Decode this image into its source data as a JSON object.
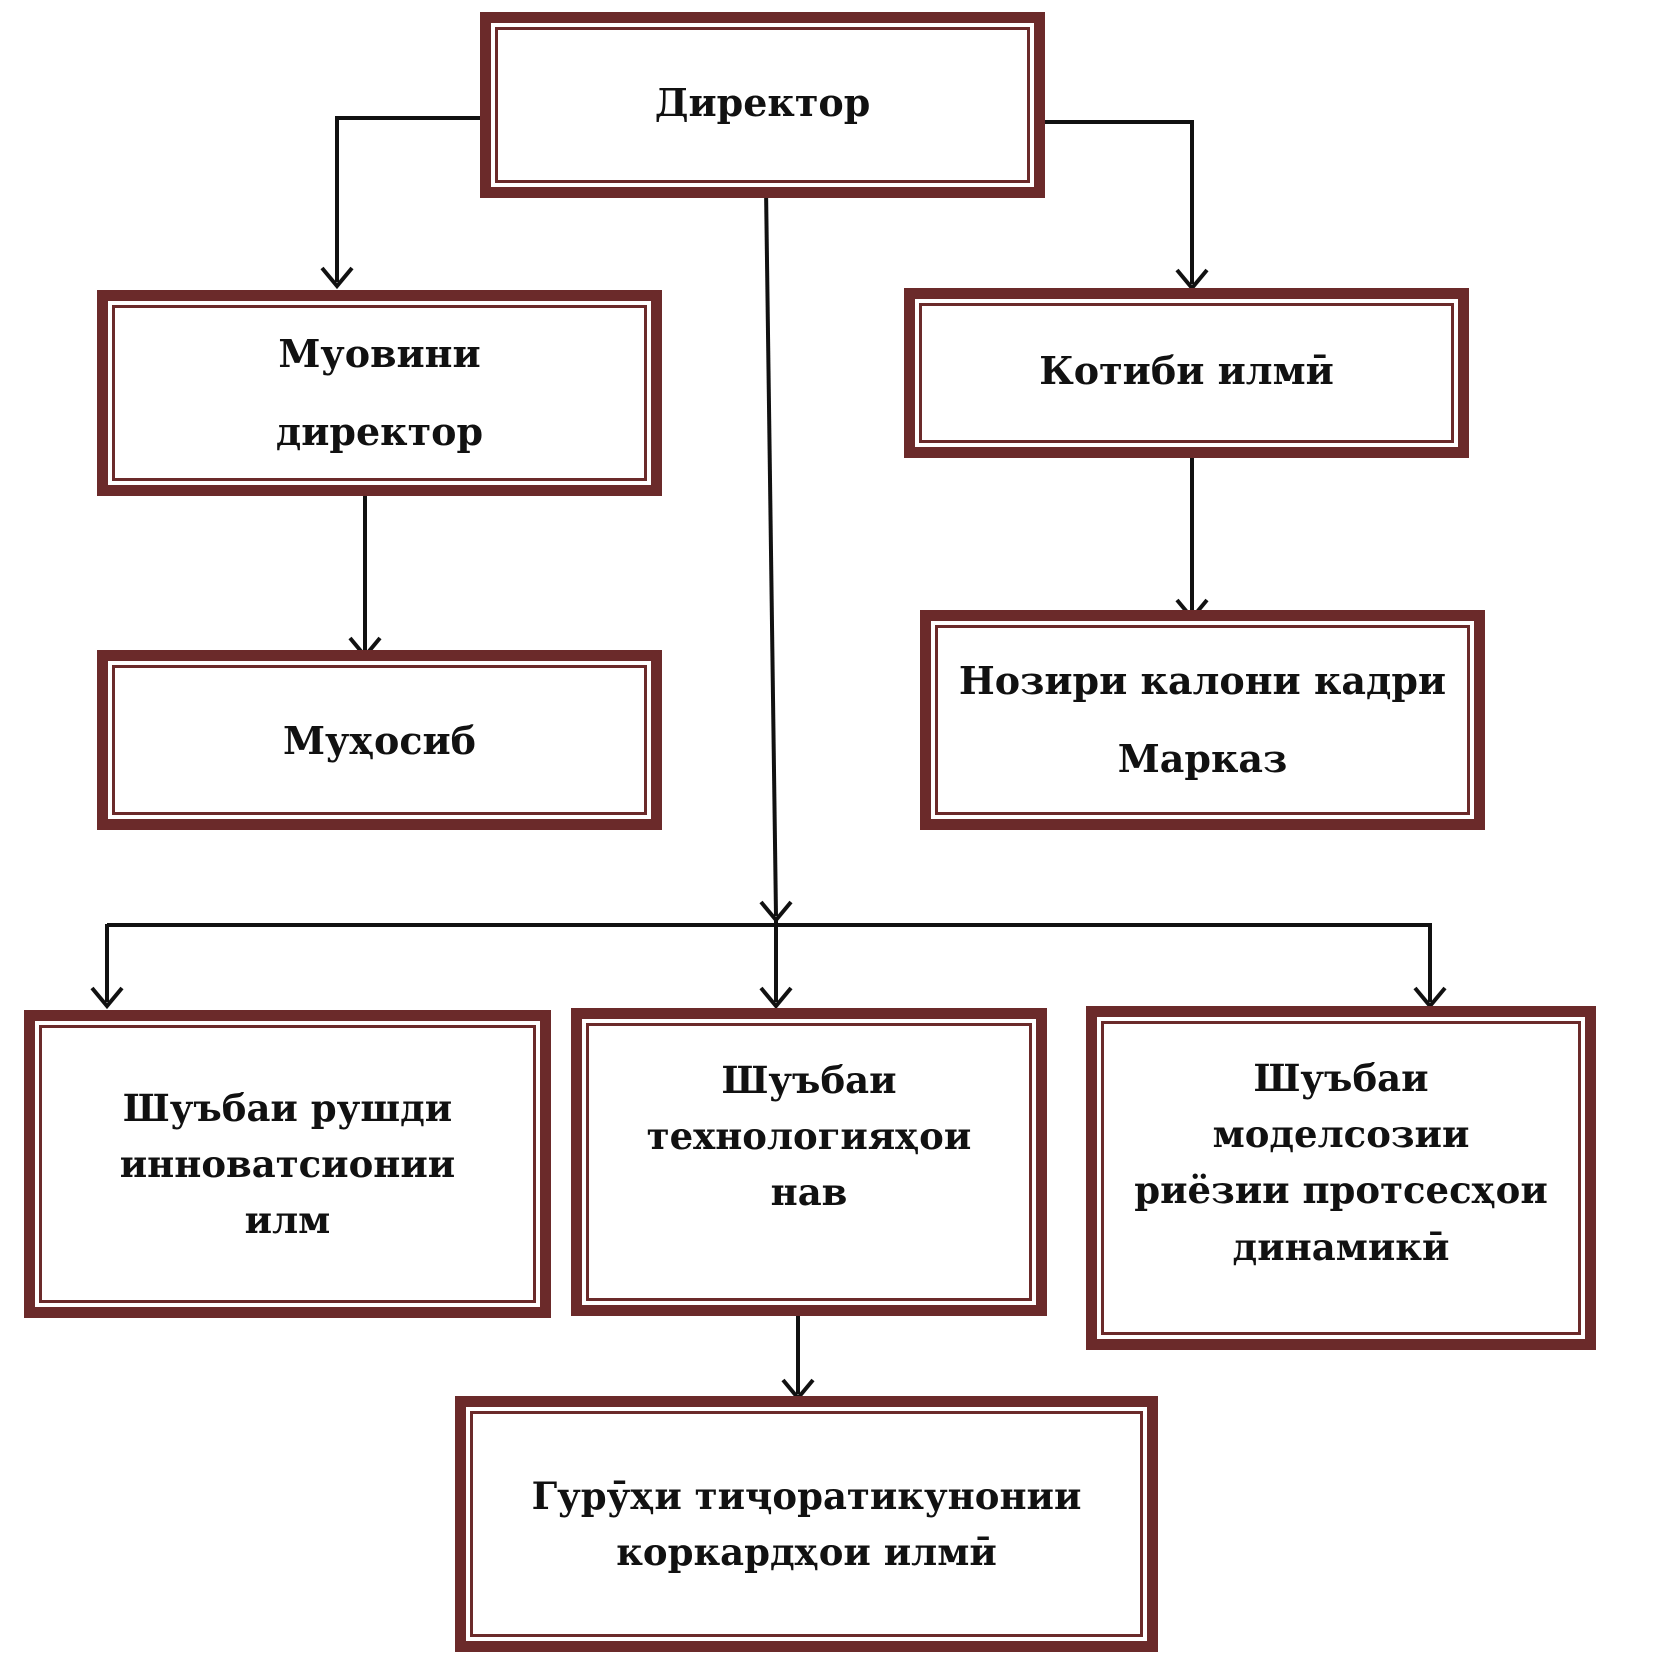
{
  "nodes": {
    "director": {
      "lines": [
        "Директор"
      ]
    },
    "deputy": {
      "lines": [
        "Муовини",
        "директор"
      ]
    },
    "secretary": {
      "lines": [
        "Котиби илмӣ"
      ]
    },
    "accountant": {
      "lines": [
        "Муҳосиб"
      ]
    },
    "hr": {
      "lines": [
        "Нозири калони кадри",
        "Марказ"
      ]
    },
    "dept_innovation": {
      "lines": [
        "Шуъбаи рушди",
        "инноватсионии",
        "илм"
      ]
    },
    "dept_technology": {
      "lines": [
        "Шуъбаи",
        "технологияҳои",
        "нав"
      ]
    },
    "dept_modeling": {
      "lines": [
        "Шуъбаи",
        "моделсозии",
        "риёзии протсесҳои",
        "динамикӣ"
      ]
    },
    "group_commercial": {
      "lines": [
        "Гурӯҳи тиҷоратикунонии",
        "коркардҳои илмӣ"
      ]
    }
  },
  "colors": {
    "box_border": "#6b2a2a",
    "connector": "#111111",
    "text": "#111111"
  }
}
